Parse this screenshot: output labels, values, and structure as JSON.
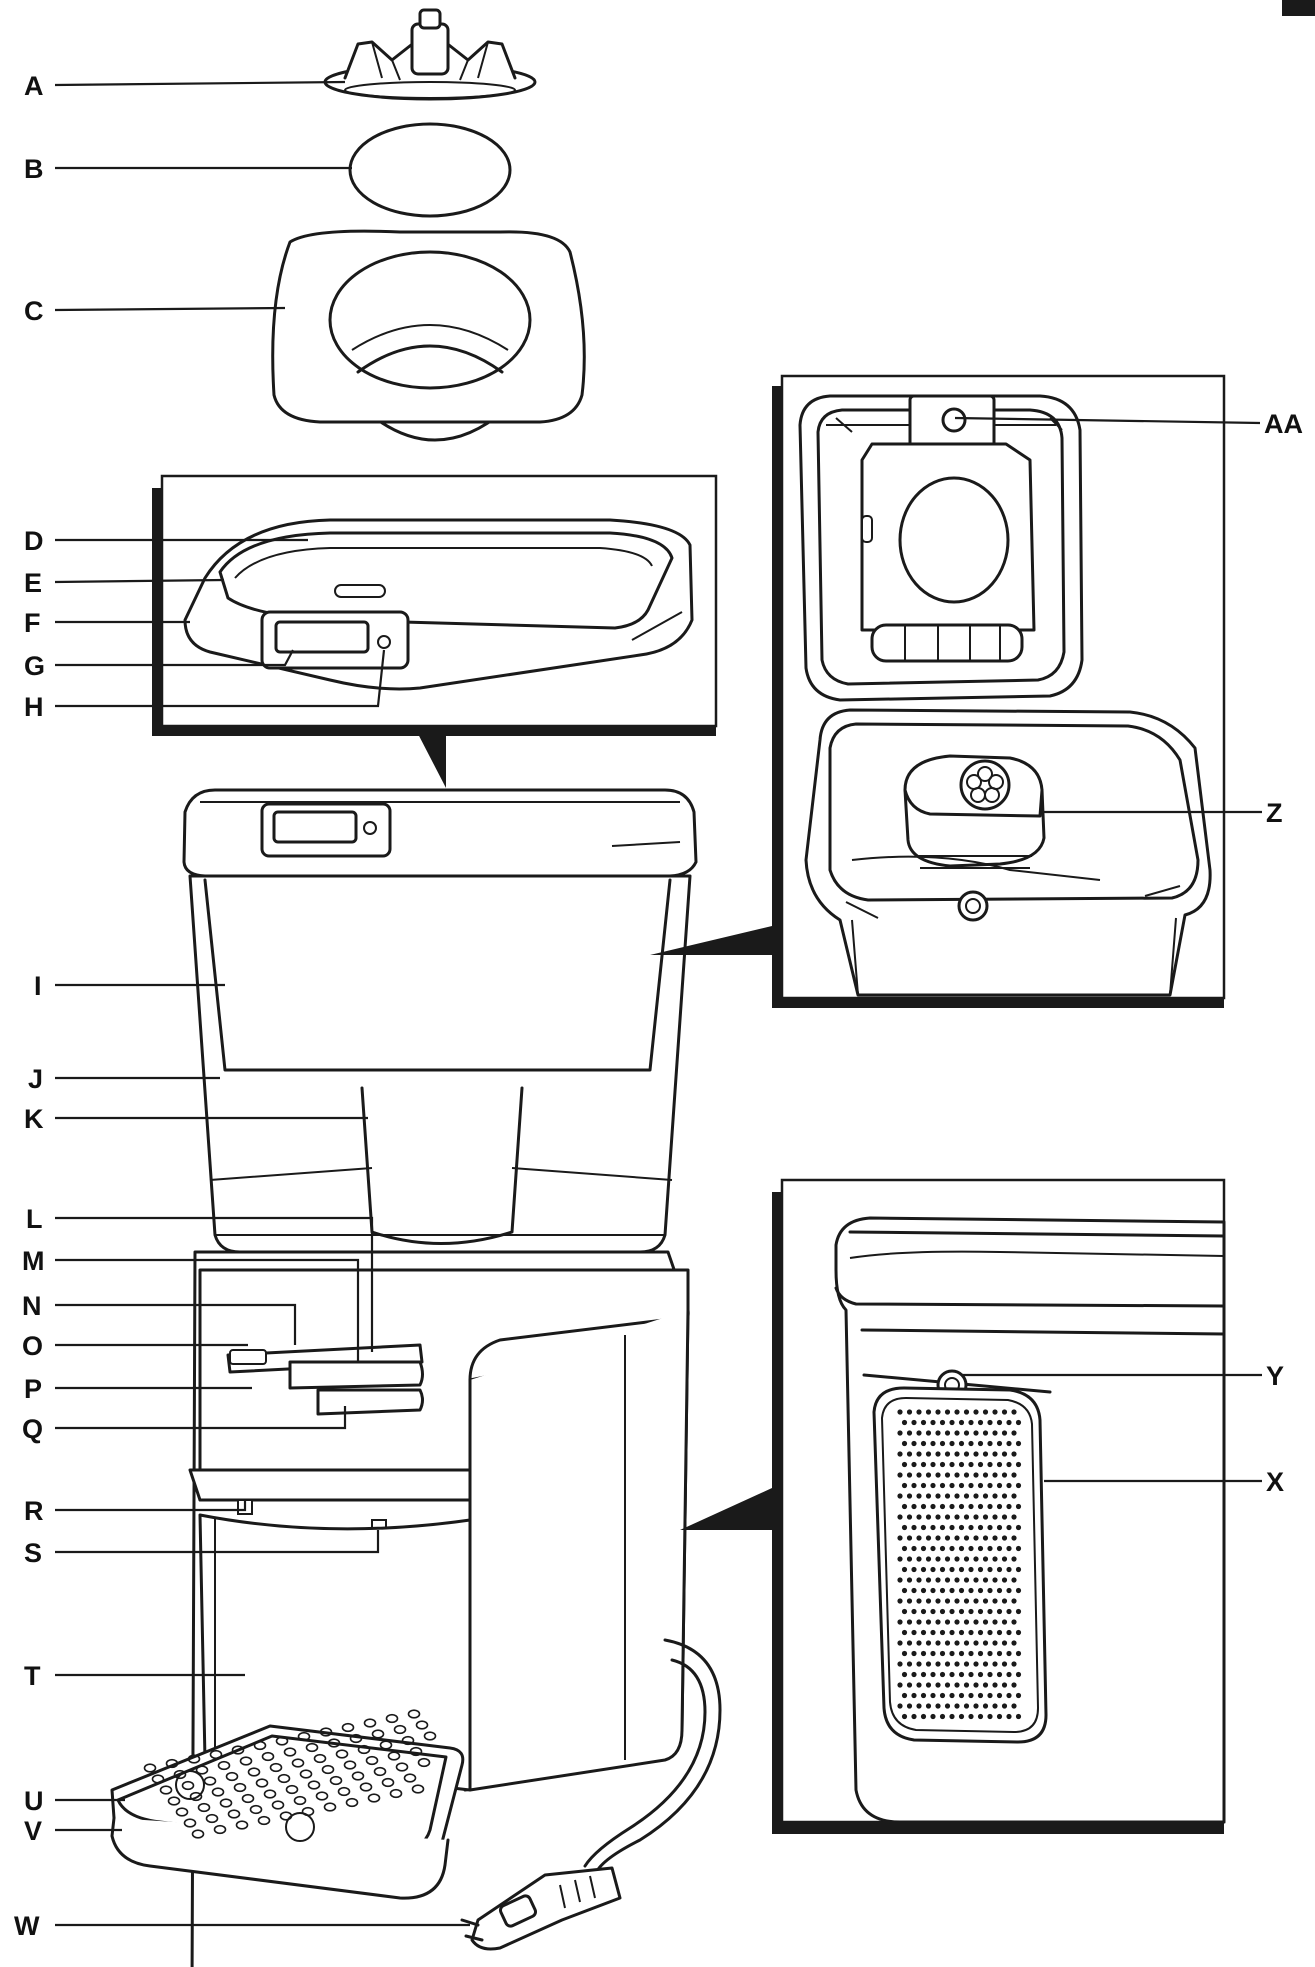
{
  "labels": {
    "A": "A",
    "B": "B",
    "C": "C",
    "D": "D",
    "E": "E",
    "F": "F",
    "G": "G",
    "H": "H",
    "I": "I",
    "J": "J",
    "K": "K",
    "L": "L",
    "M": "M",
    "N": "N",
    "O": "O",
    "P": "P",
    "Q": "Q",
    "R": "R",
    "S": "S",
    "T": "T",
    "U": "U",
    "V": "V",
    "W": "W",
    "X": "X",
    "Y": "Y",
    "Z": "Z",
    "AA": "AA"
  },
  "colors": {
    "ink": "#1a1a1a",
    "paper": "#ffffff",
    "tab": "#1a1a1a"
  }
}
